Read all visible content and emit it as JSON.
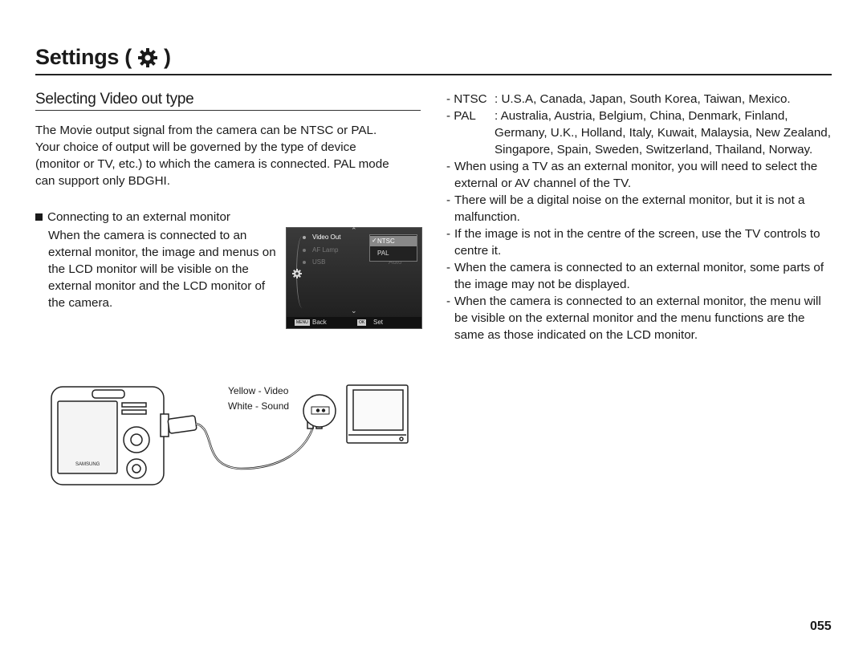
{
  "header": {
    "title": "Settings (",
    "title_close": ")",
    "icon": "gear-icon"
  },
  "section": {
    "title": "Selecting Video out type"
  },
  "intro": "The Movie output signal from the camera can be NTSC or PAL. Your choice of output will be governed by the type of device (monitor or TV, etc.) to which the camera is connected. PAL mode can support only BDGHI.",
  "connecting": {
    "heading": "Connecting to an external monitor",
    "text": "When the camera is connected to an external monitor, the image and menus on the LCD monitor will be visible on the external monitor and the LCD monitor of the camera."
  },
  "camera_menu": {
    "items": [
      "Video Out",
      "AF Lamp",
      "USB"
    ],
    "options": [
      "NTSC",
      "PAL"
    ],
    "side_value": "Auto",
    "back_tag": "MENU",
    "back_label": "Back",
    "set_tag": "OK",
    "set_label": "Set"
  },
  "illustration": {
    "yellow_label": "Yellow - Video",
    "white_label": "White - Sound"
  },
  "regions": {
    "ntsc_key": "- NTSC",
    "ntsc_val": ": U.S.A, Canada, Japan, South Korea, Taiwan, Mexico.",
    "pal_key": "- PAL",
    "pal_val": ": Australia, Austria, Belgium, China, Denmark, Finland, Germany, U.K., Holland, Italy, Kuwait, Malaysia, New Zealand, Singapore, Spain, Sweden, Switzerland, Thailand, Norway."
  },
  "notes": [
    "When using a TV as an external monitor, you will need to select the external or AV channel of the TV.",
    "There will be a digital noise on the external monitor, but it is not a malfunction.",
    "If the image is not in the centre of the screen, use the TV controls to centre it.",
    "When the camera is connected to an external monitor, some parts of the image may not be displayed.",
    "When the camera is connected to an external monitor, the menu will be visible on the external monitor and the menu functions are the same as those indicated on the LCD monitor."
  ],
  "page_number": "055"
}
